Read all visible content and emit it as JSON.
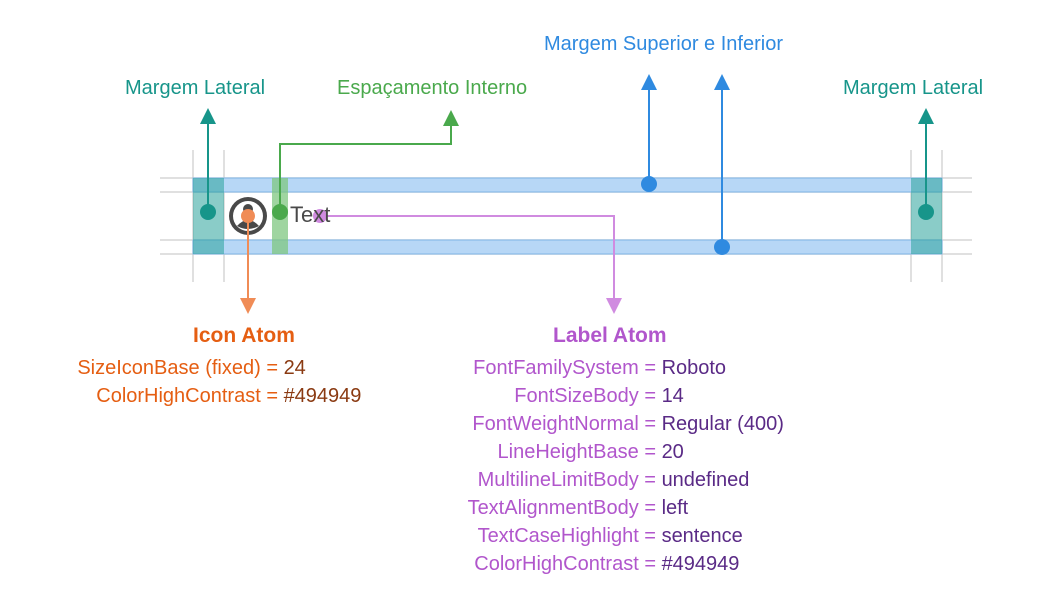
{
  "annotations": {
    "margem_lateral_left": "Margem Lateral",
    "margem_lateral_right": "Margem Lateral",
    "espacamento_interno": "Espaçamento Interno",
    "margem_superior_inferior": "Margem Superior e Inferior"
  },
  "component": {
    "sample_text": "Text",
    "icon": "person-icon"
  },
  "icon_atom": {
    "title": "Icon Atom",
    "props": [
      {
        "key": "SizeIconBase (fixed) =",
        "value": "24"
      },
      {
        "key": "ColorHighContrast =",
        "value": "#494949"
      }
    ]
  },
  "label_atom": {
    "title": "Label Atom",
    "props": [
      {
        "key": "FontFamilySystem =",
        "value": "Roboto"
      },
      {
        "key": "FontSizeBody =",
        "value": "14"
      },
      {
        "key": "FontWeightNormal =",
        "value": "Regular (400)"
      },
      {
        "key": "LineHeightBase =",
        "value": "20"
      },
      {
        "key": "MultilineLimitBody =",
        "value": "undefined"
      },
      {
        "key": "TextAlignmentBody =",
        "value": "left"
      },
      {
        "key": "TextCaseHighlight =",
        "value": "sentence"
      },
      {
        "key": "ColorHighContrast =",
        "value": "#494949"
      }
    ]
  },
  "colors": {
    "teal": "#17958a",
    "green": "#4aa94c",
    "blue": "#2f8ae0",
    "orange": "#e55e12",
    "purple": "#b156cc",
    "icon": "#494949"
  }
}
